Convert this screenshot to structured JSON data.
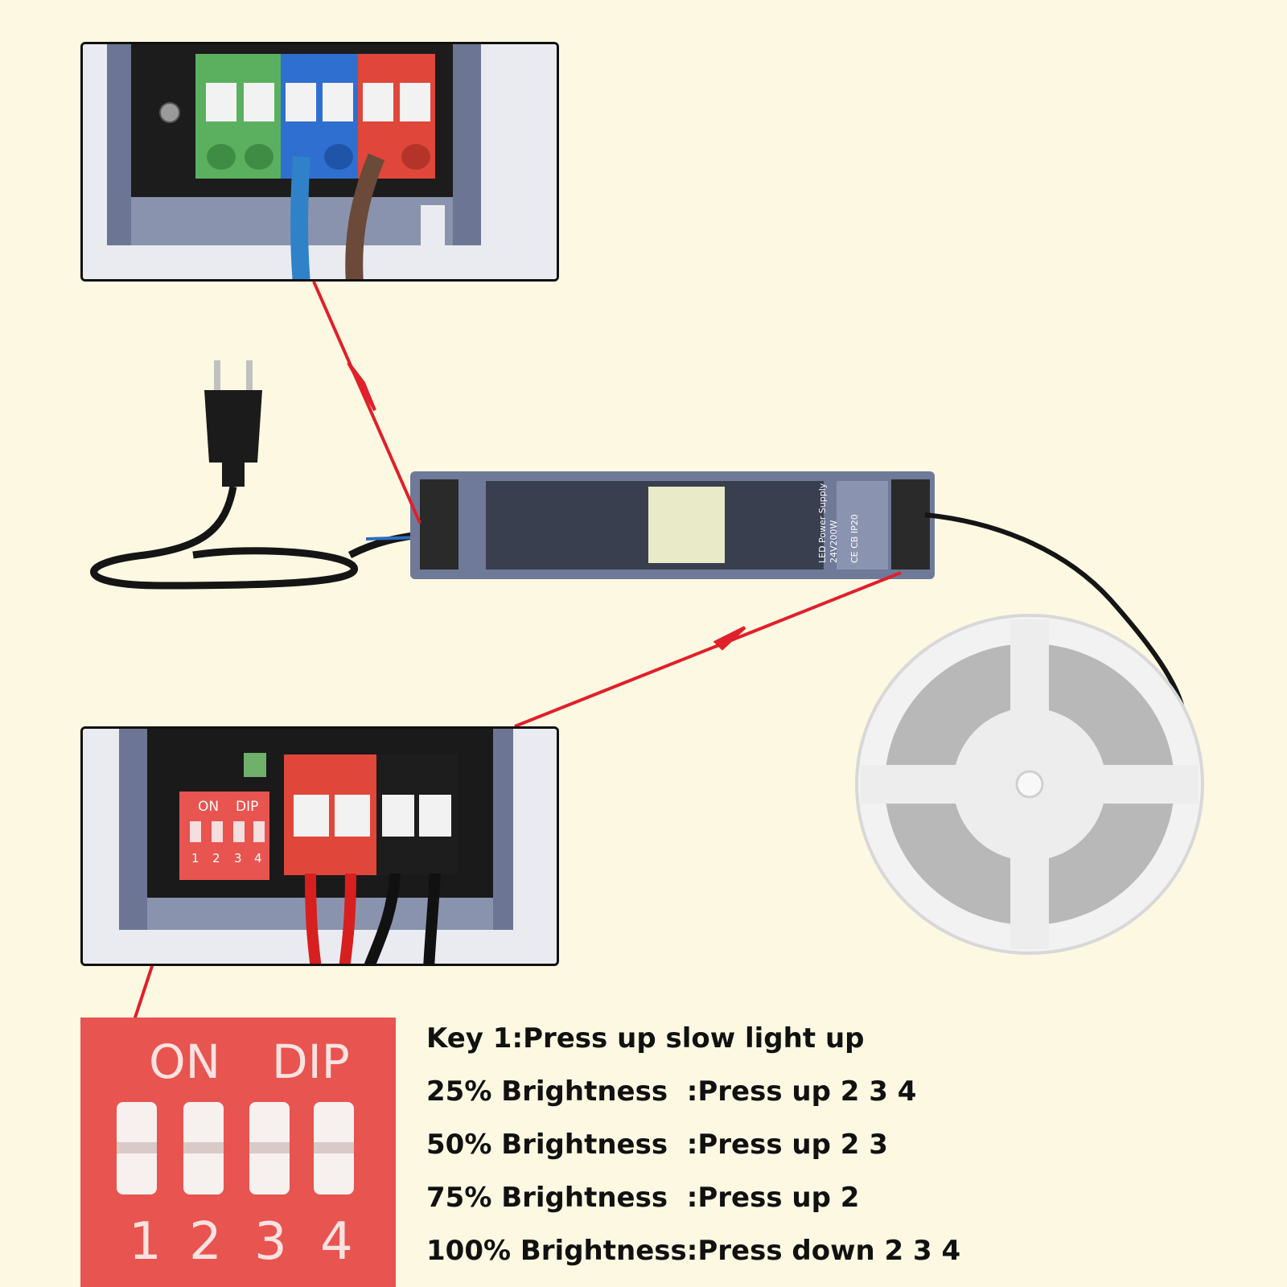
{
  "colors": {
    "background": "#fdf8e2",
    "connector_arrow": "#e0202b",
    "terminal_green": "#5bb05f",
    "terminal_blue": "#2f6fd0",
    "terminal_red": "#e0473a",
    "terminal_black": "#1d1d1d",
    "dip_switch_red": "#e8544f",
    "power_supply_body": "#6f7a99"
  },
  "power_supply": {
    "label_line1": "LED Power Supply",
    "label_line2": "24V200W",
    "label_cert": "CE CB IP20"
  },
  "dip_switch": {
    "on_label": "ON",
    "dip_label": "DIP",
    "switch_numbers": [
      "1",
      "2",
      "3",
      "4"
    ]
  },
  "instructions": {
    "key1": "Key 1:Press up slow light up",
    "b25": "25% Brightness  :Press up 2 3 4",
    "b50": "50% Brightness  :Press up 2 3",
    "b75": "75% Brightness  :Press up 2",
    "b100": "100% Brightness:Press down 2 3 4"
  }
}
